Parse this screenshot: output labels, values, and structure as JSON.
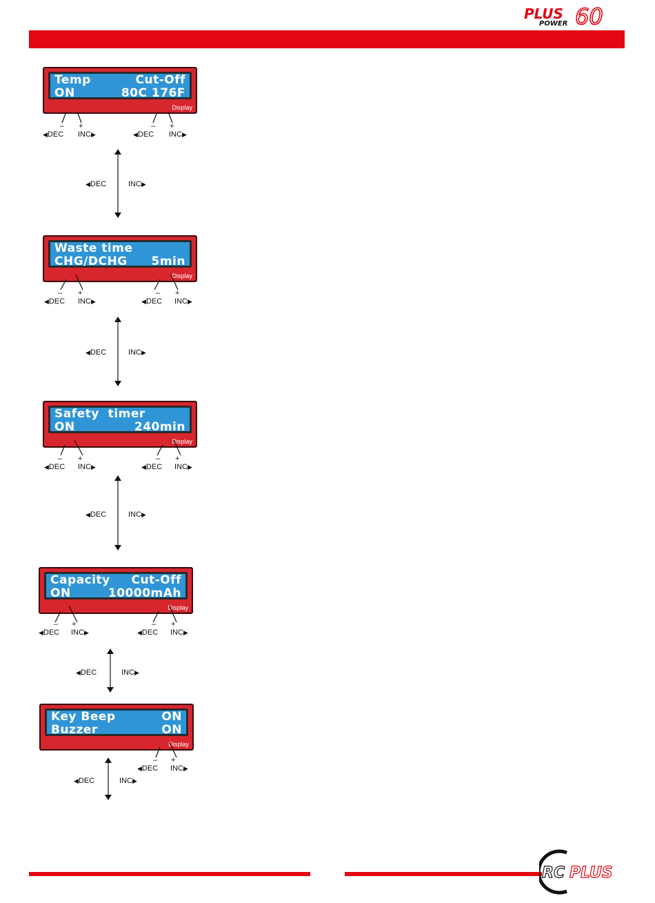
{
  "brand": {
    "top_plus": "PLUS",
    "top_power": "POWER",
    "top_number": "60",
    "bottom_rc": "RC",
    "bottom_plus": "PLUS",
    "colors": {
      "red": "#e30613",
      "lcd_blue": "#2f95d6",
      "lcd_frame": "#d8262e"
    }
  },
  "screens": [
    {
      "line1_left": "Temp",
      "line1_right": "Cut-Off",
      "line2_left": "ON",
      "line2_right": "80C 176F",
      "display_label": "Display"
    },
    {
      "line1_left": "Waste time",
      "line1_right": "",
      "line2_left": "CHG/DCHG",
      "line2_right": "5min",
      "display_label": "Display"
    },
    {
      "line1_left": "Safety  timer",
      "line1_right": "",
      "line2_left": "ON",
      "line2_right": "240min",
      "display_label": "Display"
    },
    {
      "line1_left": "Capacity",
      "line1_right": "Cut-Off",
      "line2_left": "ON",
      "line2_right": "10000mAh",
      "display_label": "Display"
    },
    {
      "line1_left": "Key Beep",
      "line1_right": "ON",
      "line2_left": "Buzzer",
      "line2_right": "ON",
      "display_label": "Display"
    }
  ],
  "controls": {
    "minus": "–",
    "plus": "+",
    "dec": "DEC",
    "inc": "INC",
    "left_triangle": "◀",
    "right_triangle": "▶"
  }
}
